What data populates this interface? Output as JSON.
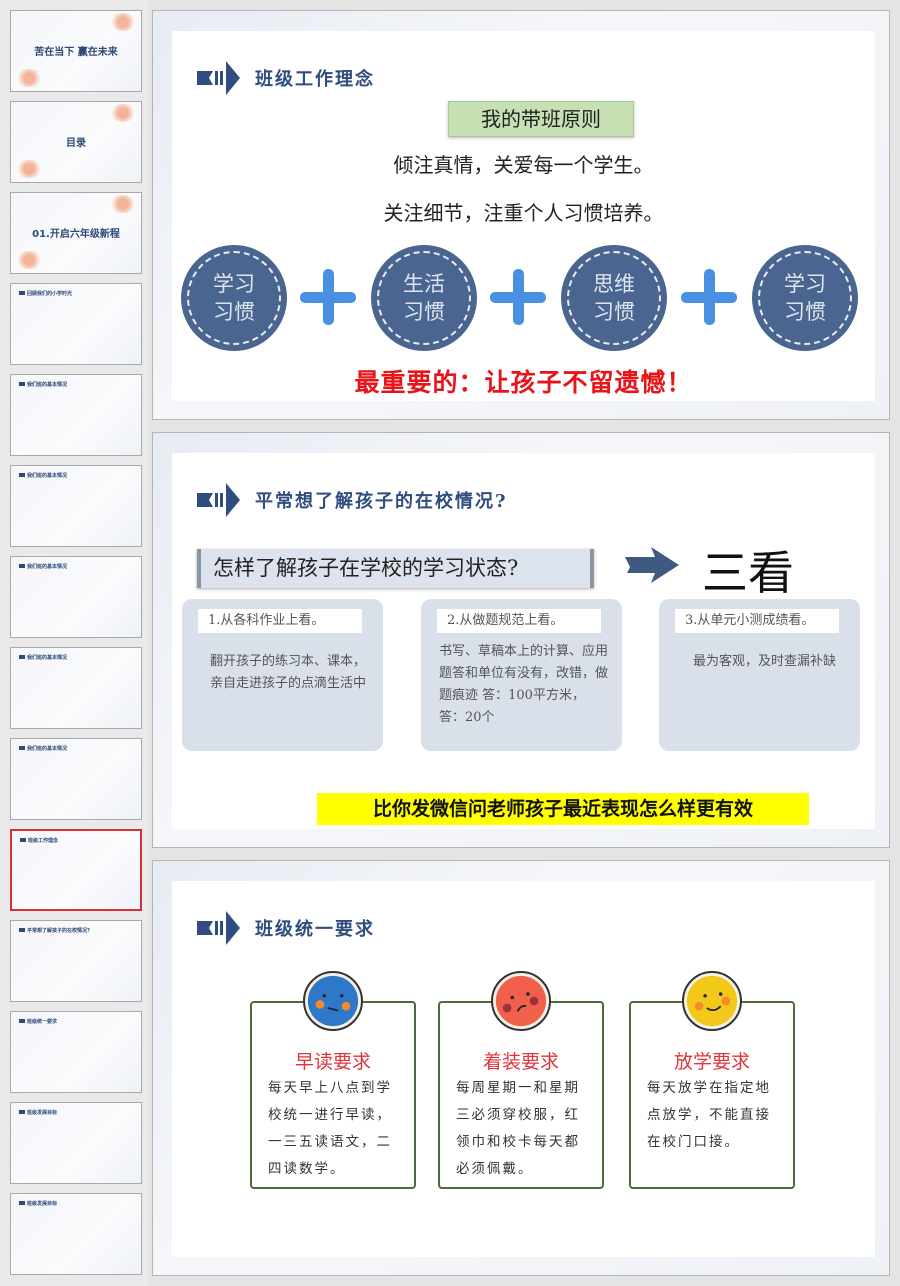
{
  "thumbnails": [
    {
      "title": "苦在当下 赢在未来",
      "kind": "cover"
    },
    {
      "title": "目录",
      "kind": "toc"
    },
    {
      "title": "01.开启六年级新程",
      "kind": "section"
    },
    {
      "title": "回顾我们的小学时光",
      "kind": "content"
    },
    {
      "title": "我们班的基本情况",
      "kind": "content"
    },
    {
      "title": "我们班的基本情况",
      "kind": "content"
    },
    {
      "title": "我们班的基本情况",
      "kind": "content"
    },
    {
      "title": "我们班的基本情况",
      "kind": "content"
    },
    {
      "title": "我们班的基本情况",
      "kind": "content"
    },
    {
      "title": "班级工作理念",
      "kind": "content",
      "selected": true
    },
    {
      "title": "平常想了解孩子的在校情况?",
      "kind": "content"
    },
    {
      "title": "班级统一要求",
      "kind": "content"
    },
    {
      "title": "班级发展目标",
      "kind": "content"
    },
    {
      "title": "班级发展目标",
      "kind": "content"
    }
  ],
  "slide1": {
    "title": "班级工作理念",
    "principle_label": "我的带班原则",
    "line1": "倾注真情，关爱每一个学生。",
    "line2": "关注细节，注重个人习惯培养。",
    "circles": [
      "学习习惯",
      "生活习惯",
      "思维习惯",
      "学习习惯"
    ],
    "conclusion": "最重要的：让孩子不留遗憾！"
  },
  "slide2": {
    "title": "平常想了解孩子的在校情况?",
    "question": "怎样了解孩子在学校的学习状态?",
    "answer": "三看",
    "cards": [
      {
        "label": "1.从各科作业上看。",
        "text": "翻开孩子的练习本、课本，亲自走进孩子的点滴生活中"
      },
      {
        "label": "2.从做题规范上看。",
        "text": "书写、草稿本上的计算、应用题答和单位有没有，改错，做题痕迹 答：100平方米，答：20个"
      },
      {
        "label": "3.从单元小测成绩看。",
        "text": "最为客观，及时查漏补缺"
      }
    ],
    "highlight": "比你发微信问老师孩子最近表现怎么样更有效"
  },
  "slide3": {
    "title": "班级统一要求",
    "cards": [
      {
        "heading": "早读要求",
        "text": "每天早上八点到学校统一进行早读，一三五读语文，二四读数学。",
        "face": "neutral-face",
        "color": "#2f77c9"
      },
      {
        "heading": "着装要求",
        "text": "每周星期一和星期三必须穿校服，红领巾和校卡每天都必须佩戴。",
        "face": "sad-face",
        "color": "#f0604a"
      },
      {
        "heading": "放学要求",
        "text": "每天放学在指定地点放学，不能直接在校门口接。",
        "face": "happy-face",
        "color": "#f2c81a"
      }
    ]
  }
}
